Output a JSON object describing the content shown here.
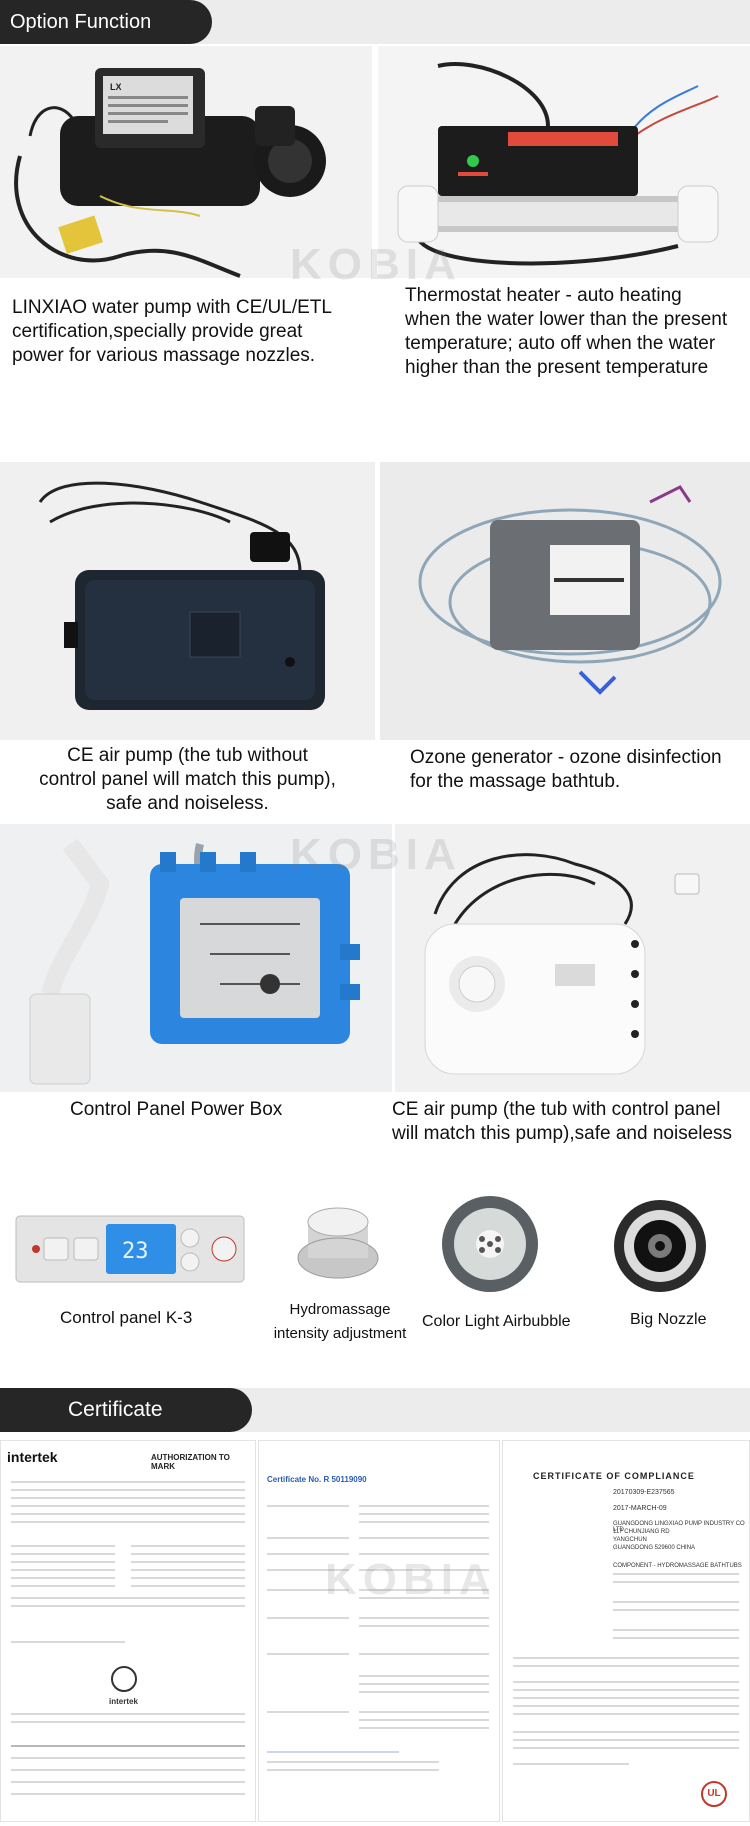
{
  "section_option": {
    "title": "Option Function Devices"
  },
  "items": {
    "pump": {
      "caption_lines": [
        "LINXIAO water pump with CE/UL/ETL",
        "certification,specially provide great",
        "power for various massage nozzles."
      ]
    },
    "heater": {
      "caption_lines": [
        "Thermostat heater - auto heating",
        "when the water lower than the present",
        "temperature; auto off when the water",
        "higher than the present temperature"
      ]
    },
    "air_pump_no_panel": {
      "caption_lines": [
        "CE air pump (the tub without",
        "control panel will match this pump),",
        "safe and noiseless."
      ]
    },
    "ozone": {
      "caption_lines": [
        "Ozone generator - ozone disinfection",
        "for the massage bathtub."
      ]
    },
    "power_box": {
      "caption": "Control Panel Power Box"
    },
    "air_pump_panel": {
      "caption_lines": [
        "CE air pump (the tub with control panel",
        "will match this pump),safe and noiseless"
      ]
    },
    "control_panel": {
      "caption": "Control panel K-3",
      "display": "23"
    },
    "hydromassage": {
      "caption_lines": [
        "Hydromassage",
        "intensity adjustment"
      ]
    },
    "color_light": {
      "caption": "Color Light Airbubble"
    },
    "big_nozzle": {
      "caption": "Big Nozzle"
    }
  },
  "watermark": "KOBIA",
  "section_certificate": {
    "title": "Certificate"
  },
  "certs": {
    "intertek": {
      "logo": "intertek",
      "heading": "AUTHORIZATION TO MARK",
      "footer_logo": "intertek"
    },
    "ce": {
      "cert_no": "Certificate No. R 50119090"
    },
    "ul": {
      "heading": "CERTIFICATE OF COMPLIANCE",
      "company": "GUANGDONG LINGXIAO PUMP INDUSTRY CO LTD",
      "address_1": "117 CHUNJIANG RD",
      "address_2": "YANGCHUN",
      "address_3": "GUANGDONG 529600 CHINA",
      "issue_date": "2017-MARCH-09",
      "ref": "20170309-E237565",
      "product": "COMPONENT - HYDROMASSAGE BATHTUBS",
      "ul_logo": "UL"
    }
  },
  "colors": {
    "tab_bg": "#262626",
    "bar_bg": "#ececec",
    "panel_blue": "#2f8fe6",
    "box_blue": "#3a86d8"
  }
}
